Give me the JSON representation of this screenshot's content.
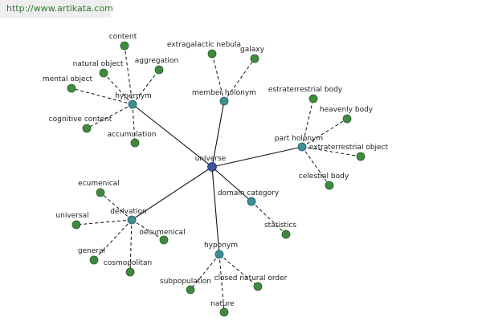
{
  "banner": {
    "url": "http://www.artikata.com"
  },
  "colors": {
    "root": "#3d5598",
    "relation": "#3e8f92",
    "leaf": "#3f8a3f",
    "edge": "#111111",
    "banner_bg": "#eeeeee",
    "banner_text": "#2f7a2f"
  },
  "graph": {
    "root": "universe",
    "relations": [
      {
        "label": "hypernym",
        "terms": [
          "content",
          "natural object",
          "aggregation",
          "mental object",
          "cognitive content",
          "accumulation"
        ]
      },
      {
        "label": "member holonym",
        "terms": [
          "extragalactic nebula",
          "galaxy"
        ]
      },
      {
        "label": "part holonym",
        "terms": [
          "estraterrestrial body",
          "heavenly body",
          "extraterrestrial object",
          "celestial body"
        ]
      },
      {
        "label": "domain category",
        "terms": [
          "statistics"
        ]
      },
      {
        "label": "derivation",
        "terms": [
          "ecumenical",
          "universal",
          "oecumenical",
          "general",
          "cosmopolitan"
        ]
      },
      {
        "label": "hyponym",
        "terms": [
          "subpopulation",
          "closed natural order",
          "nature"
        ]
      }
    ]
  }
}
